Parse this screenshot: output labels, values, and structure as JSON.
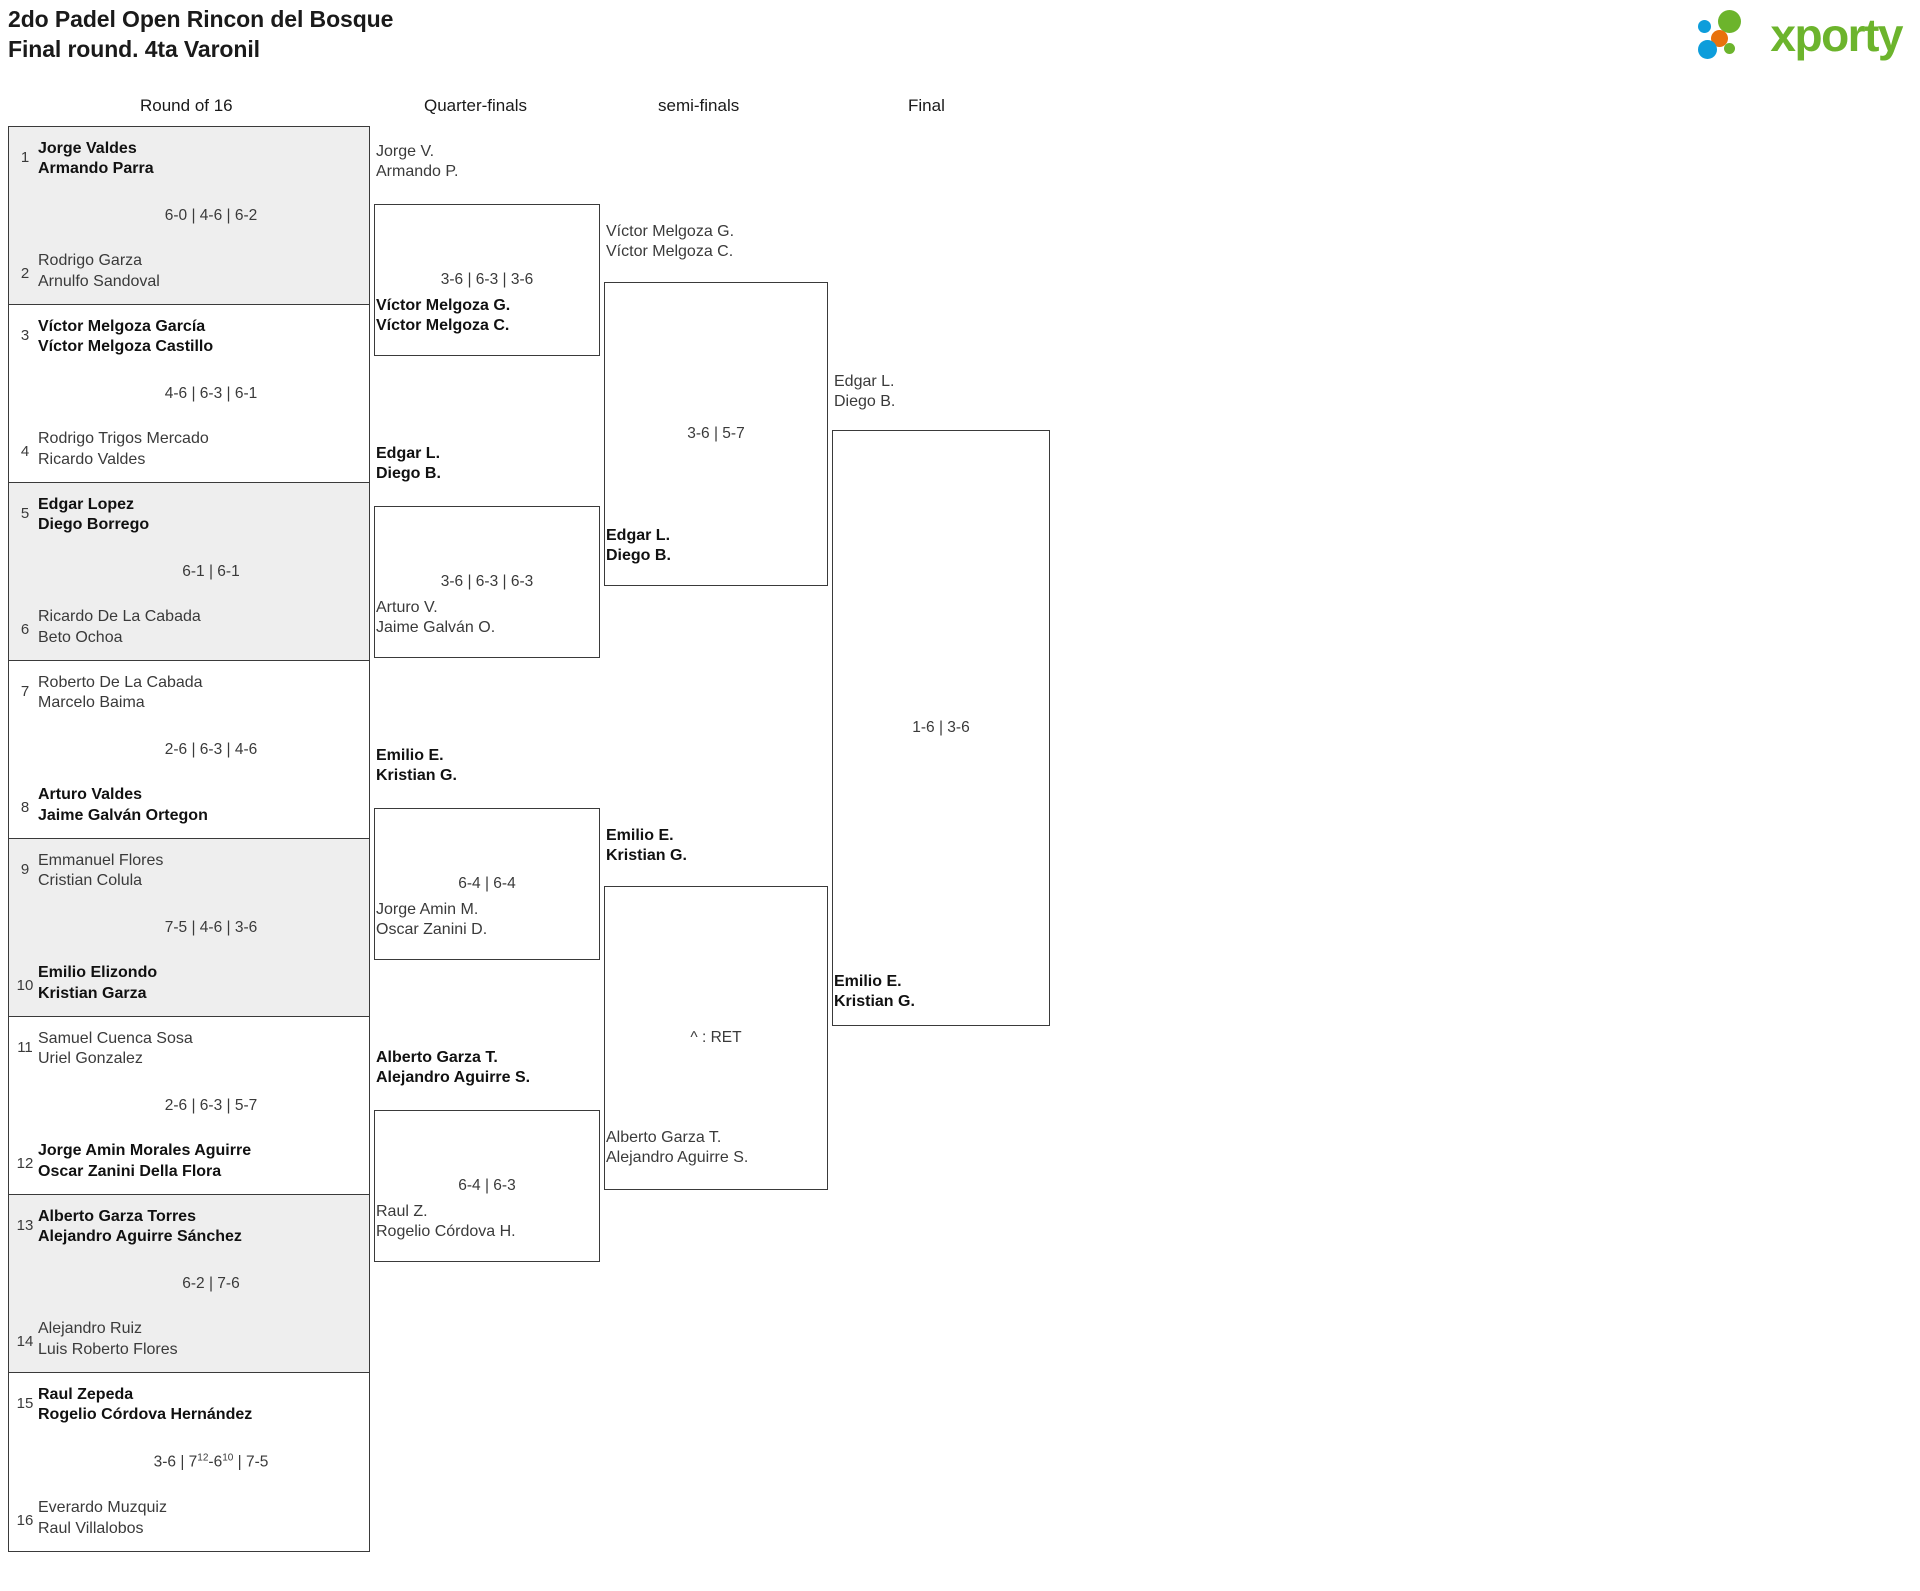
{
  "header": {
    "title_line1": "2do Padel Open Rincon del Bosque",
    "title_line2": "Final round. 4ta Varonil",
    "logo_text": "xporty",
    "logo_colors": {
      "green": "#6cb42c",
      "blue": "#0d9ddb",
      "orange": "#e8720c"
    }
  },
  "rounds": [
    {
      "label": "Round of 16"
    },
    {
      "label": "Quarter-finals"
    },
    {
      "label": "semi-finals"
    },
    {
      "label": "Final"
    }
  ],
  "round_of_16": [
    {
      "seed_top": "1",
      "top_p1": "Jorge Valdes",
      "top_p2": "Armando Parra",
      "top_win": true,
      "seed_bot": "2",
      "bot_p1": "Rodrigo Garza",
      "bot_p2": "Arnulfo Sandoval",
      "bot_win": false,
      "score": "6-0 | 4-6 | 6-2"
    },
    {
      "seed_top": "3",
      "top_p1": "Víctor Melgoza García",
      "top_p2": "Víctor Melgoza Castillo",
      "top_win": true,
      "seed_bot": "4",
      "bot_p1": "Rodrigo Trigos Mercado",
      "bot_p2": "Ricardo Valdes",
      "bot_win": false,
      "score": "4-6 | 6-3 | 6-1"
    },
    {
      "seed_top": "5",
      "top_p1": "Edgar Lopez",
      "top_p2": "Diego Borrego",
      "top_win": true,
      "seed_bot": "6",
      "bot_p1": "Ricardo De La Cabada",
      "bot_p2": "Beto Ochoa",
      "bot_win": false,
      "score": "6-1 | 6-1"
    },
    {
      "seed_top": "7",
      "top_p1": "Roberto De La Cabada",
      "top_p2": "Marcelo Baima",
      "top_win": false,
      "seed_bot": "8",
      "bot_p1": "Arturo Valdes",
      "bot_p2": "Jaime Galván Ortegon",
      "bot_win": true,
      "score": "2-6 | 6-3 | 4-6"
    },
    {
      "seed_top": "9",
      "top_p1": "Emmanuel Flores",
      "top_p2": "Cristian Colula",
      "top_win": false,
      "seed_bot": "10",
      "bot_p1": "Emilio Elizondo",
      "bot_p2": "Kristian Garza",
      "bot_win": true,
      "score": "7-5 | 4-6 | 3-6"
    },
    {
      "seed_top": "11",
      "top_p1": "Samuel Cuenca Sosa",
      "top_p2": "Uriel Gonzalez",
      "top_win": false,
      "seed_bot": "12",
      "bot_p1": "Jorge Amin Morales Aguirre",
      "bot_p2": "Oscar Zanini Della Flora",
      "bot_win": true,
      "score": "2-6 | 6-3 | 5-7"
    },
    {
      "seed_top": "13",
      "top_p1": "Alberto Garza Torres",
      "top_p2": "Alejandro Aguirre Sánchez",
      "top_win": true,
      "seed_bot": "14",
      "bot_p1": "Alejandro Ruiz",
      "bot_p2": "Luis Roberto Flores",
      "bot_win": false,
      "score": "6-2 | 7-6"
    },
    {
      "seed_top": "15",
      "top_p1": "Raul Zepeda",
      "top_p2": "Rogelio Córdova Hernández",
      "top_win": true,
      "seed_bot": "16",
      "bot_p1": "Everardo Muzquiz",
      "bot_p2": "Raul Villalobos",
      "bot_win": false,
      "score_html": "3-6 | 7<sup>12</sup>-6<sup>10</sup> | 7-5",
      "score": "3-6 | 7(12)-6(10) | 7-5"
    }
  ],
  "quarter_finals": [
    {
      "top_p1": "Jorge V.",
      "top_p2": "Armando P.",
      "top_win": false,
      "bot_p1": "Víctor Melgoza G.",
      "bot_p2": "Víctor Melgoza C.",
      "bot_win": true,
      "score": "3-6 | 6-3 | 3-6"
    },
    {
      "top_p1": "Edgar L.",
      "top_p2": "Diego B.",
      "top_win": true,
      "bot_p1": "Arturo V.",
      "bot_p2": "Jaime Galván O.",
      "bot_win": false,
      "score": "3-6 | 6-3 | 6-3"
    },
    {
      "top_p1": "Emilio E.",
      "top_p2": "Kristian G.",
      "top_win": true,
      "bot_p1": "Jorge Amin M.",
      "bot_p2": "Oscar Zanini D.",
      "bot_win": false,
      "score": "6-4 | 6-4"
    },
    {
      "top_p1": "Alberto Garza T.",
      "top_p2": "Alejandro Aguirre S.",
      "top_win": true,
      "bot_p1": "Raul Z.",
      "bot_p2": "Rogelio Córdova H.",
      "bot_win": false,
      "score": "6-4 | 6-3"
    }
  ],
  "semi_finals": [
    {
      "top_p1": "Víctor Melgoza G.",
      "top_p2": "Víctor Melgoza C.",
      "top_win": false,
      "bot_p1": "Edgar L.",
      "bot_p2": "Diego B.",
      "bot_win": true,
      "score": "3-6 | 5-7"
    },
    {
      "top_p1": "Emilio E.",
      "top_p2": "Kristian G.",
      "top_win": true,
      "bot_p1": "Alberto Garza T.",
      "bot_p2": "Alejandro Aguirre S.",
      "bot_win": false,
      "score": "^ : RET"
    }
  ],
  "final": {
    "top_p1": "Edgar L.",
    "top_p2": "Diego B.",
    "top_win": false,
    "bot_p1": "Emilio E.",
    "bot_p2": "Kristian G.",
    "bot_win": true,
    "score": "1-6 | 3-6"
  }
}
